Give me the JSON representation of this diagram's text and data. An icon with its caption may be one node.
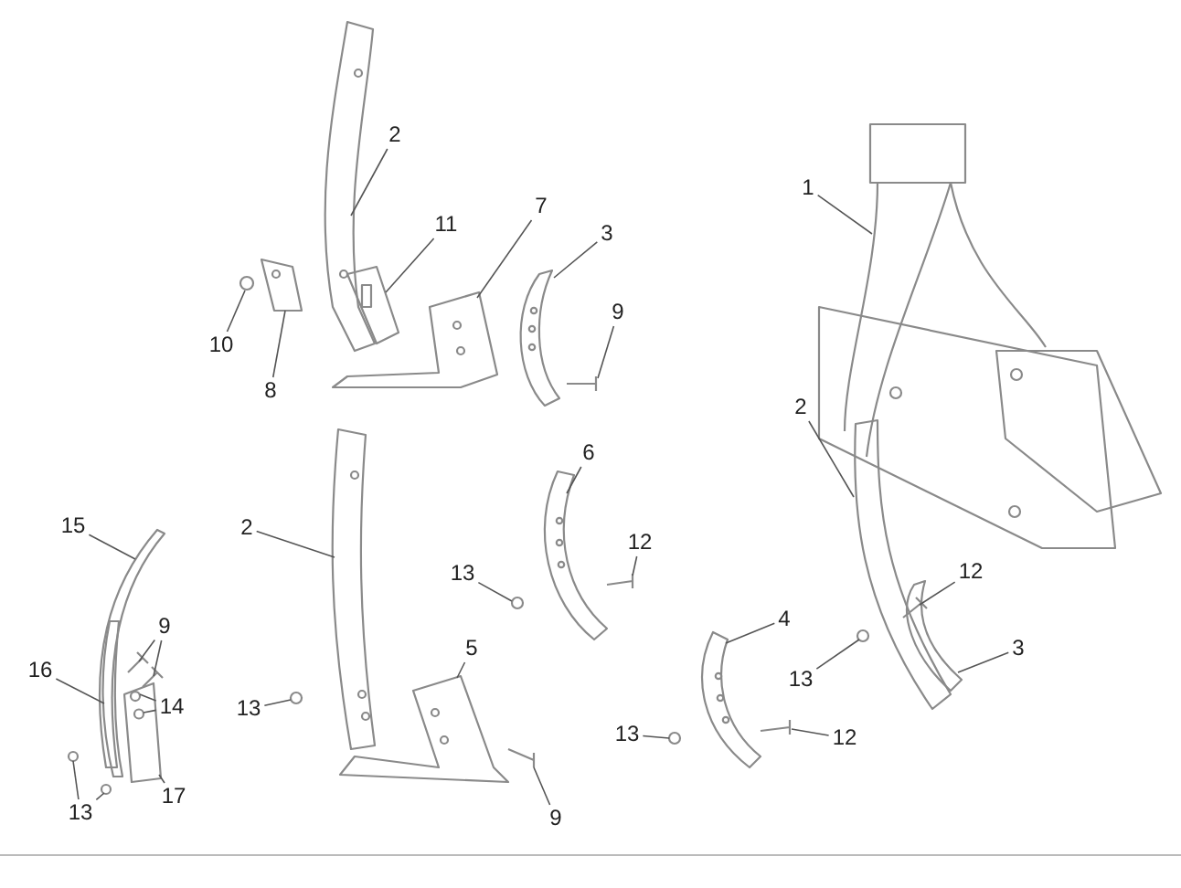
{
  "diagram": {
    "nodes": [
      {
        "text": [
          "1"
        ]
      },
      {
        "text": [
          "2"
        ]
      },
      {
        "text": [
          "11"
        ]
      },
      {
        "text": [
          "7"
        ]
      },
      {
        "text": [
          "3"
        ]
      },
      {
        "text": [
          "10"
        ]
      },
      {
        "text": [
          "9"
        ]
      },
      {
        "text": [
          "8"
        ]
      },
      {
        "text": [
          "2"
        ]
      },
      {
        "text": [
          "15"
        ]
      },
      {
        "text": [
          "2"
        ]
      },
      {
        "text": [
          "6"
        ]
      },
      {
        "text": [
          "12"
        ]
      },
      {
        "text": [
          "13"
        ]
      },
      {
        "text": [
          "9"
        ]
      },
      {
        "text": [
          "12"
        ]
      },
      {
        "text": [
          "16"
        ]
      },
      {
        "text": [
          "14"
        ]
      },
      {
        "text": [
          "5"
        ]
      },
      {
        "text": [
          "4"
        ]
      },
      {
        "text": [
          "13"
        ]
      },
      {
        "text": [
          "13"
        ]
      },
      {
        "text": [
          "3"
        ]
      },
      {
        "text": [
          "13"
        ]
      },
      {
        "text": [
          "12"
        ]
      },
      {
        "text": [
          "17"
        ]
      },
      {
        "text": [
          "13"
        ]
      },
      {
        "text": [
          "9"
        ]
      },
      {
        "text": [],
        "shape": "picture"
      },
      {
        "text": [],
        "shape": "picture"
      },
      {
        "text": [],
        "shape": "picture"
      },
      {
        "text": [],
        "shape": "picture"
      },
      {
        "text": [],
        "shape": "picture"
      },
      {
        "text": [],
        "shape": "circle"
      },
      {
        "text": [],
        "shape": "picture"
      },
      {
        "text": [],
        "shape": "picture"
      },
      {
        "text": [],
        "shape": "picture"
      },
      {
        "text": [],
        "shape": "picture"
      },
      {
        "text": [],
        "shape": "picture"
      },
      {
        "text": [],
        "shape": "picture"
      },
      {
        "text": [],
        "shape": "picture"
      },
      {
        "text": [],
        "shape": "picture"
      },
      {
        "text": [],
        "shape": "circle",
        "in": 39
      },
      {
        "text": [],
        "shape": "circle",
        "in": 39
      },
      {
        "text": [],
        "shape": "circle"
      },
      {
        "text": [],
        "shape": "circle"
      },
      {
        "text": [],
        "shape": "picture"
      },
      {
        "text": [],
        "shape": "circle"
      },
      {
        "text": [],
        "shape": "picture"
      },
      {
        "text": [],
        "shape": "picture"
      },
      {
        "text": [],
        "shape": "picture"
      },
      {
        "text": [],
        "shape": "picture"
      },
      {
        "text": [],
        "shape": "circle"
      },
      {
        "text": [],
        "shape": "picture"
      },
      {
        "text": [],
        "shape": "circle"
      },
      {
        "text": [],
        "shape": "picture"
      },
      {
        "text": [],
        "shape": "picture"
      },
      {
        "text": [],
        "shape": "picture"
      },
      {
        "text": [],
        "shape": "circle"
      }
    ],
    "edges": [
      {
        "from": 0,
        "to": 28,
        "arrow": "none"
      },
      {
        "from": 1,
        "to": 29,
        "arrow": "none"
      },
      {
        "from": 2,
        "to": 30,
        "arrow": "none"
      },
      {
        "from": 3,
        "to": 31,
        "arrow": "none"
      },
      {
        "from": 4,
        "to": 32,
        "arrow": "none"
      },
      {
        "from": 5,
        "to": 33,
        "arrow": "none"
      },
      {
        "from": 6,
        "to": 34,
        "arrow": "none"
      },
      {
        "from": 7,
        "to": 35,
        "arrow": "none"
      },
      {
        "from": 8,
        "to": 36,
        "arrow": "none"
      },
      {
        "from": 9,
        "to": 37,
        "arrow": "none"
      },
      {
        "from": 10,
        "to": 46,
        "arrow": "none"
      },
      {
        "from": 11,
        "to": 50,
        "arrow": "none"
      },
      {
        "from": 12,
        "to": 51,
        "arrow": "none"
      },
      {
        "from": 13,
        "to": 52,
        "arrow": "none"
      },
      {
        "from": 14,
        "to": 40,
        "arrow": "none"
      },
      {
        "from": 14,
        "to": 41,
        "arrow": "none"
      },
      {
        "from": 15,
        "to": 57,
        "arrow": "none"
      },
      {
        "from": 16,
        "to": 38,
        "arrow": "none"
      },
      {
        "from": 17,
        "to": 42,
        "arrow": "none"
      },
      {
        "from": 17,
        "to": 43,
        "arrow": "none"
      },
      {
        "from": 18,
        "to": 48,
        "arrow": "none"
      },
      {
        "from": 19,
        "to": 53,
        "arrow": "none"
      },
      {
        "from": 20,
        "to": 47,
        "arrow": "none"
      },
      {
        "from": 21,
        "to": 58,
        "arrow": "none"
      },
      {
        "from": 22,
        "to": 56,
        "arrow": "none"
      },
      {
        "from": 23,
        "to": 54,
        "arrow": "none"
      },
      {
        "from": 24,
        "to": 55,
        "arrow": "none"
      },
      {
        "from": 25,
        "to": 39,
        "arrow": "none"
      },
      {
        "from": 26,
        "to": 44,
        "arrow": "none"
      },
      {
        "from": 26,
        "to": 45,
        "arrow": "none"
      },
      {
        "from": 27,
        "to": 49,
        "arrow": "none"
      }
    ]
  }
}
